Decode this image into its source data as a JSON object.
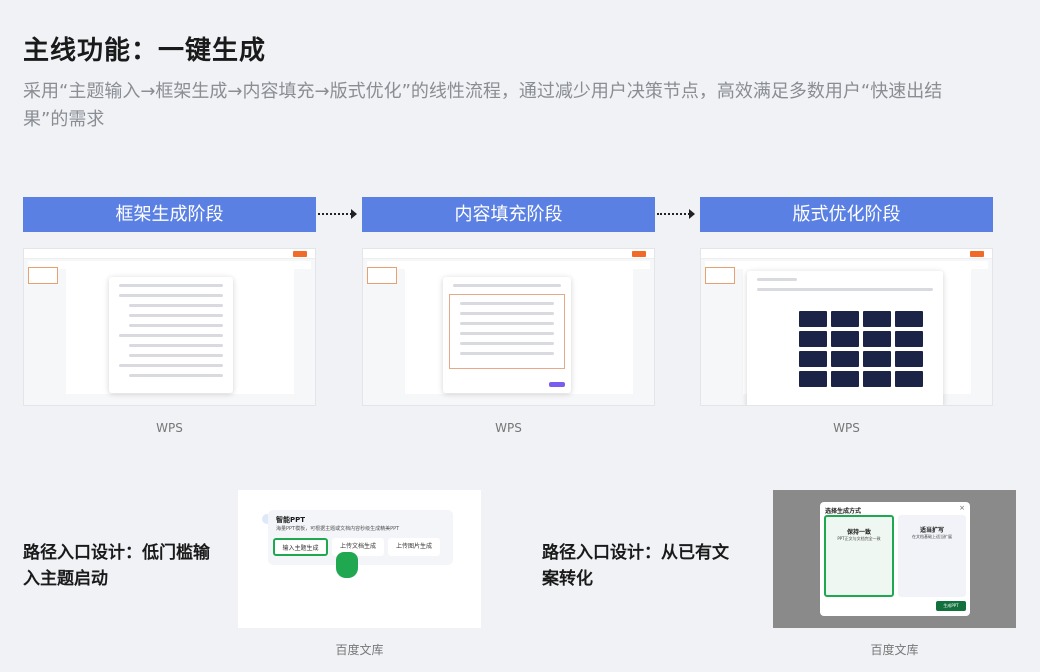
{
  "title": "主线功能：一键生成",
  "subtitle": "采用“主题输入→框架生成→内容填充→版式优化”的线性流程，通过减少用户决策节点，高效满足多数用户“快速出结果”的需求",
  "stages": [
    {
      "label": "框架生成阶段",
      "caption": "WPS"
    },
    {
      "label": "内容填充阶段",
      "caption": "WPS"
    },
    {
      "label": "版式优化阶段",
      "caption": "WPS"
    }
  ],
  "entry1": {
    "label": "路径入口设计：低门槛输入主题启动",
    "caption": "百度文库",
    "card_title": "智能PPT",
    "card_desc": "海量PPT模板，可根据主题或文档内容秒级生成精美PPT",
    "buttons": [
      "输入主题生成",
      "上传文档生成",
      "上传图片生成"
    ]
  },
  "entry2": {
    "label": "路径入口设计：从已有文案转化",
    "caption": "百度文库",
    "dialog_title": "选择生成方式",
    "opt1_title": "保持一致",
    "opt1_desc": "PPT正文与文档完全一致",
    "opt2_title": "适当扩写",
    "opt2_desc": "在文档基础上适当扩展",
    "submit": "生成PPT"
  },
  "colors": {
    "stage": "#5b80e3",
    "accent": "#1fa84f"
  }
}
